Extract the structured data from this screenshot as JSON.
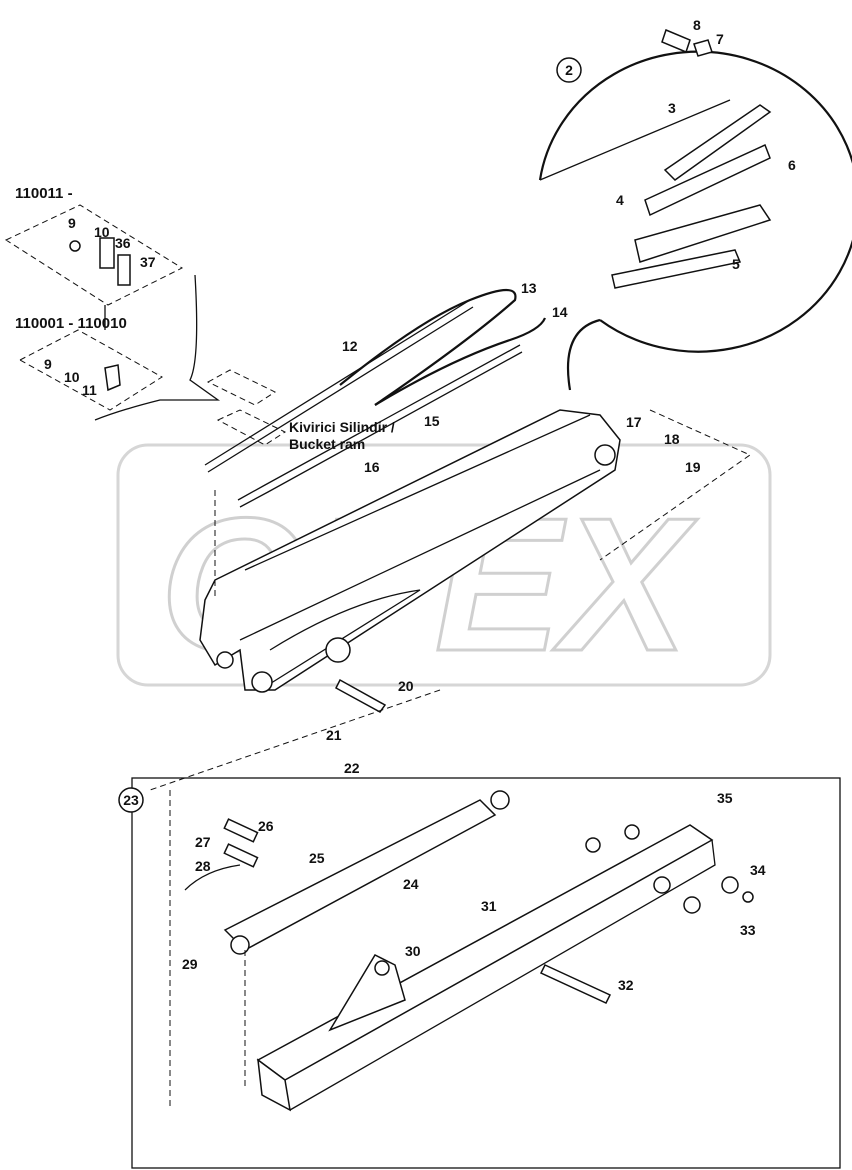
{
  "diagram": {
    "watermark": "OPEX",
    "callouts": {
      "circle_detail": "2",
      "frame_detail": "23"
    },
    "serial_ranges": [
      "110011 -",
      "110001 - 110010"
    ],
    "annotation": [
      "Kivirici Silindir /",
      "Bucket ram"
    ],
    "part_labels": [
      "8",
      "7",
      "3",
      "6",
      "4",
      "5",
      "9",
      "10",
      "36",
      "37",
      "9",
      "10",
      "11",
      "13",
      "14",
      "12",
      "15",
      "16",
      "17",
      "18",
      "19",
      "20",
      "21",
      "22",
      "35",
      "26",
      "27",
      "25",
      "28",
      "24",
      "34",
      "31",
      "33",
      "30",
      "29",
      "32"
    ]
  }
}
